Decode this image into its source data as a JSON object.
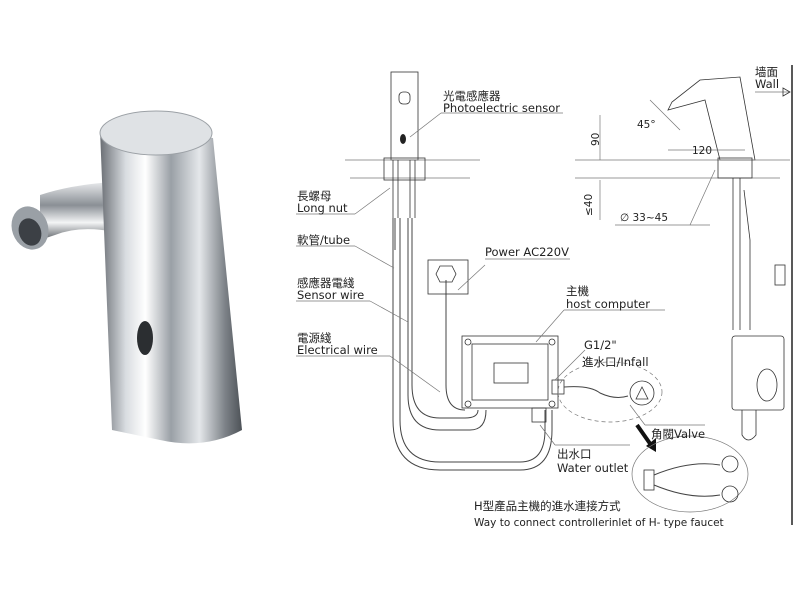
{
  "labels": {
    "sensor_cn": "光電感應器",
    "sensor_en": "Photoelectric sensor",
    "long_nut_cn": "長螺母",
    "long_nut_en": "Long nut",
    "tube": "軟管/tube",
    "power": "Power AC220V",
    "sensor_wire_cn": "感應器電綫",
    "sensor_wire_en": "Sensor wire",
    "host_cn": "主機",
    "host_en": "host computer",
    "electrical_wire_cn": "電源綫",
    "electrical_wire_en": "Electrical wire",
    "g_thread": "G1/2\"",
    "infall": "進水口/Infall",
    "valve": "角閥Valve",
    "outlet_cn": "出水口",
    "outlet_en": "Water outlet",
    "h_type_cn": "H型產品主機的進水連接方式",
    "h_type_en": "Way to connect controllerinlet of H- type faucet",
    "wall_cn": "墙面",
    "wall_en": "Wall"
  },
  "dimensions": {
    "angle": "45°",
    "height": "90",
    "reach": "120",
    "max_thickness": "≤40",
    "hole_diameter": "∅ 33~45"
  }
}
